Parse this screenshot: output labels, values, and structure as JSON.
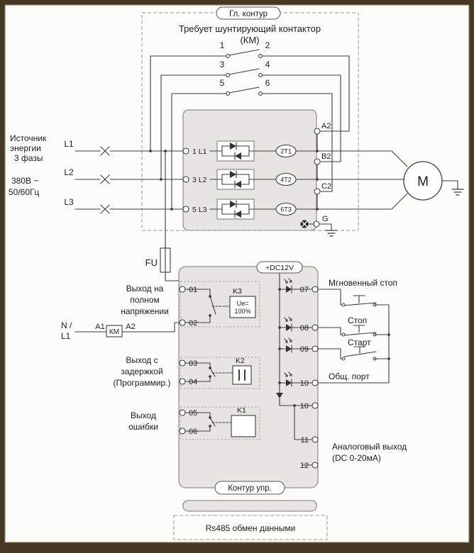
{
  "colors": {
    "frame": "#473823",
    "block_fill": "#e6e5e2",
    "paper": "#fcfcf9"
  },
  "main_circuit": {
    "tag": "Гл. контур",
    "note1": "Требует шунтирующий контактор",
    "note2": "(КМ)",
    "contacts": [
      "1",
      "2",
      "3",
      "4",
      "5",
      "6"
    ]
  },
  "source": {
    "line1": "Источник",
    "line2": "энергии",
    "line3": "3 фазы",
    "v1": "380В ~",
    "v2": "50/60Гц",
    "l1": "L1",
    "l2": "L2",
    "l3": "L3"
  },
  "power": {
    "in1": "1 L1",
    "in2": "3 L2",
    "in3": "5 L3",
    "out1": "2T1",
    "out2": "4T2",
    "out3": "6T3",
    "a2": "A2",
    "b2": "B2",
    "c2": "C2",
    "g": "G"
  },
  "motor": {
    "label": "M"
  },
  "fuse": {
    "label": "FU"
  },
  "control": {
    "dc": "+DC12V",
    "t01": "01",
    "t02": "02",
    "t03": "03",
    "t04": "04",
    "t05": "05",
    "t06": "06",
    "k3": "K3",
    "k3a": "Ue=",
    "k3b": "100%",
    "k2": "K2",
    "k1": "K1",
    "out_full1": "Выход на",
    "out_full2": "полном",
    "out_full3": "напряжении",
    "out_delay1": "Выход с",
    "out_delay2": "задержкой",
    "out_delay3": "(Программир.)",
    "out_err1": "Выход",
    "out_err2": "ошибки",
    "coil_n": "N /",
    "coil_l1": "L1",
    "coil_a1": "A1",
    "coil_km": "КМ",
    "coil_a2": "A2",
    "t07": "07",
    "in_stop_fast": "Мгновенный стоп",
    "t08": "08",
    "in_stop": "Стоп",
    "t09": "09",
    "in_start": "Старт",
    "t10": "10",
    "in_common": "Общ. порт",
    "t10b": "10",
    "t11": "11",
    "t12": "12",
    "analog1": "Аналоговый выход",
    "analog2": "(DC 0-20мА)",
    "tag": "Контур упр."
  },
  "rs485": {
    "label": "Rs485 обмен данными"
  }
}
